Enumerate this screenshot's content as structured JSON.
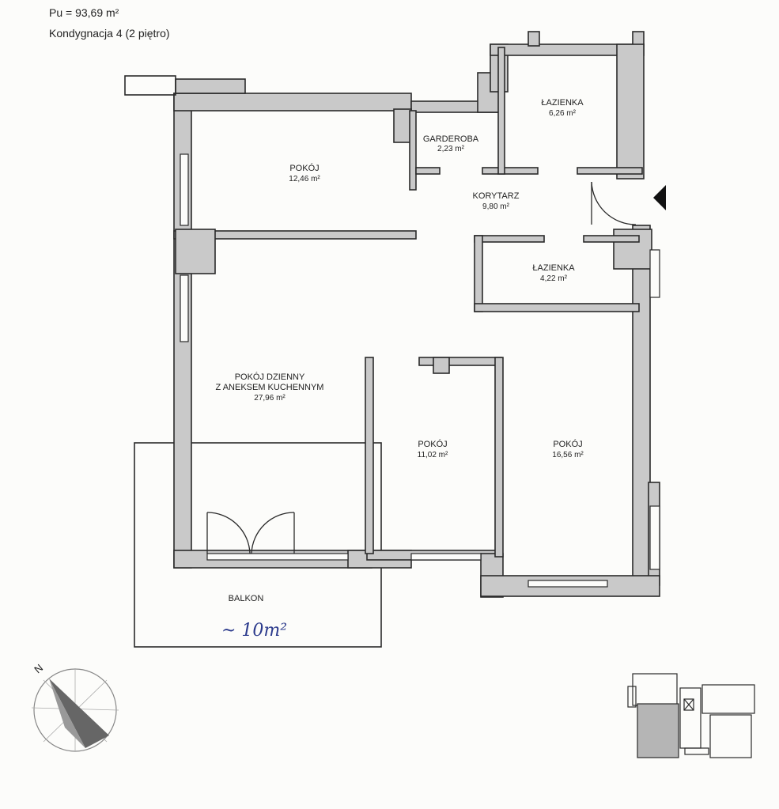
{
  "header": {
    "area_total": "Pu = 93,69 m²",
    "floor": "Kondygnacja 4 (2 piętro)"
  },
  "rooms": {
    "lazienka_top": {
      "name": "ŁAZIENKA",
      "area": "6,26 m²"
    },
    "garderoba": {
      "name": "GARDEROBA",
      "area": "2,23 m²"
    },
    "pokoj_1": {
      "name": "POKÓJ",
      "area": "12,46 m²"
    },
    "korytarz": {
      "name": "KORYTARZ",
      "area": "9,80 m²"
    },
    "lazienka_small": {
      "name": "ŁAZIENKA",
      "area": "4,22 m²"
    },
    "dzienny": {
      "name_line1": "POKÓJ DZIENNY",
      "name_line2": "Z ANEKSEM KUCHENNYM",
      "area": "27,96 m²"
    },
    "pokoj_2": {
      "name": "POKÓJ",
      "area": "11,02 m²"
    },
    "pokoj_3": {
      "name": "POKÓJ",
      "area": "16,56 m²"
    },
    "balkon": {
      "name": "BALKON",
      "note": "~ 10m²"
    }
  },
  "compass": {
    "letter": "N"
  },
  "colors": {
    "wall": "#c9c9c9",
    "line": "#2a2a2a",
    "ink": "#2b3a8c"
  }
}
